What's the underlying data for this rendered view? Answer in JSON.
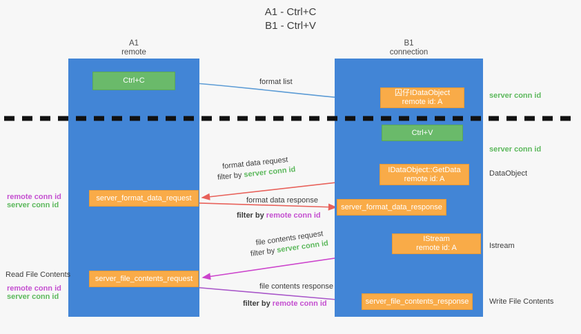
{
  "title": {
    "line1": "A1 - Ctrl+C",
    "line2": "B1 - Ctrl+V"
  },
  "colors": {
    "lane": "#4285d6",
    "green_box": "#6aba6a",
    "orange_box": "#f9ab48",
    "server_conn": "#5cb85c",
    "remote_conn": "#c44fd0",
    "blue_arrow": "#5b9bd5",
    "red_arrow": "#e8615a",
    "magenta_arrow": "#cc44cc",
    "purple_arrow": "#a855c9",
    "black_arrow": "#111111",
    "text": "#3c3c3c",
    "background": "#f7f7f7"
  },
  "lanes": [
    {
      "name": "A1",
      "sub": "remote"
    },
    {
      "name": "B1",
      "sub": "connection"
    }
  ],
  "boxes": [
    {
      "id": "ctrl-c",
      "style": "green",
      "line1": "Ctrl+C",
      "line2": ""
    },
    {
      "id": "idataobject",
      "style": "orange",
      "line1": "囚仔IDataObject",
      "line2": "remote id: A"
    },
    {
      "id": "ctrl-v",
      "style": "green",
      "line1": "Ctrl+V",
      "line2": ""
    },
    {
      "id": "getdata",
      "style": "orange",
      "line1": "IDataObject::GetData",
      "line2": "remote id: A"
    },
    {
      "id": "server-format-data-request",
      "style": "orange",
      "line1": "server_format_data_request",
      "line2": ""
    },
    {
      "id": "server-format-data-response",
      "style": "orange",
      "line1": "server_format_data_response",
      "line2": ""
    },
    {
      "id": "istream",
      "style": "orange",
      "line1": "IStream",
      "line2": "remote id: A"
    },
    {
      "id": "server-file-contents-request",
      "style": "orange",
      "line1": "server_file_contents_request",
      "line2": ""
    },
    {
      "id": "server-file-contents-response",
      "style": "orange",
      "line1": "server_file_contents_response",
      "line2": ""
    }
  ],
  "side_labels": {
    "server_conn_id_1": "server conn id",
    "server_conn_id_2": "server conn id",
    "dataobject": "DataObject",
    "istream": "Istream",
    "write_file_contents": "Write File Contents",
    "read_file_contents": "Read File Contents",
    "remote_conn_id_left_1": "remote conn id",
    "server_conn_id_left_1": "server conn id",
    "remote_conn_id_left_2": "remote conn id",
    "server_conn_id_left_2": "server conn id"
  },
  "arrow_labels": {
    "format_list": "format list",
    "format_data_request": "format data request",
    "format_data_request_filter_prefix": "filter by ",
    "format_data_request_filter_value": "server conn id",
    "format_data_response": "format data response",
    "format_data_response_filter_prefix": "filter by ",
    "format_data_response_filter_value": "remote conn id",
    "file_contents_request": "file contents request",
    "file_contents_request_filter_prefix": "filter by ",
    "file_contents_request_filter_value": "server conn id",
    "file_contents_response": "file contents response",
    "file_contents_response_filter_prefix": "filter by ",
    "file_contents_response_filter_value": "remote conn id"
  }
}
